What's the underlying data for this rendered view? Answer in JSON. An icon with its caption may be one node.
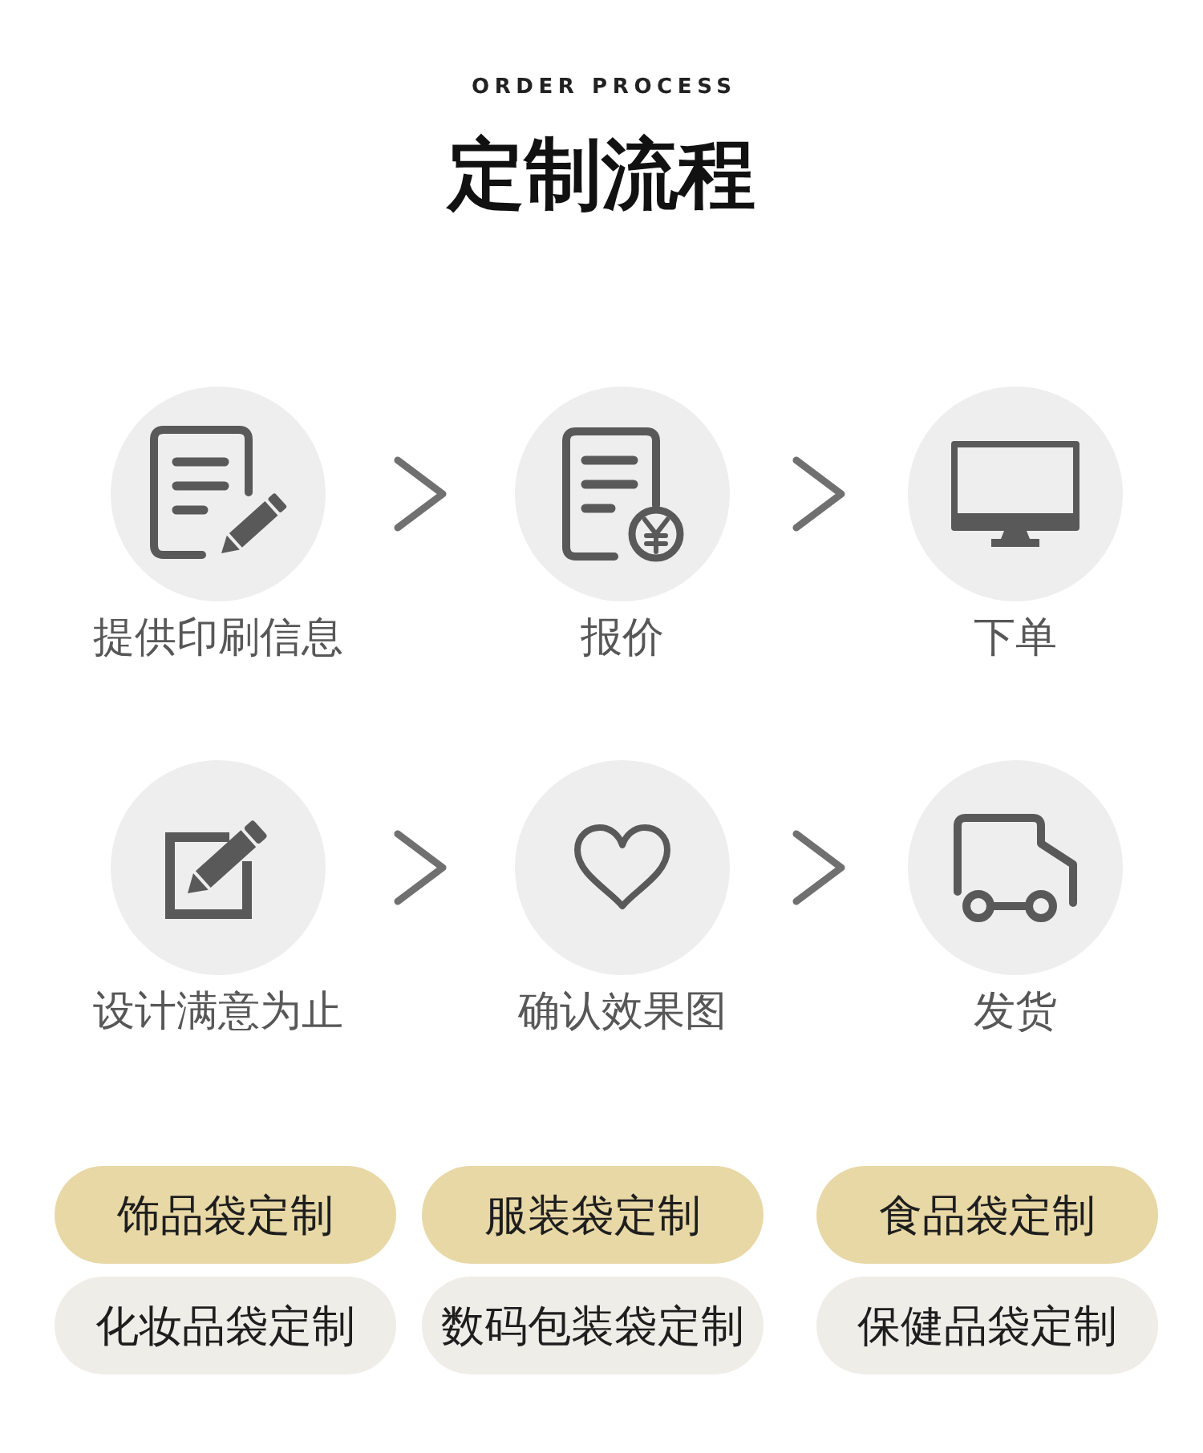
{
  "diagram": {
    "title": "定制流程",
    "nodes": [
      {
        "text": [
          "提供印刷信息"
        ]
      },
      {
        "text": [
          "报价"
        ]
      },
      {
        "text": [
          "下单"
        ]
      },
      {
        "text": [
          "设计满意为止"
        ]
      },
      {
        "text": [
          "确认效果图"
        ]
      },
      {
        "text": [
          "发货"
        ]
      },
      {
        "text": [
          "饰品袋定制"
        ]
      },
      {
        "text": [
          "服装袋定制"
        ]
      },
      {
        "text": [
          "食品袋定制"
        ]
      },
      {
        "text": [
          "化妆品袋定制"
        ]
      },
      {
        "text": [
          "数码包装袋定制"
        ]
      },
      {
        "text": [
          "保健品袋定制"
        ]
      }
    ],
    "edges": [
      {
        "from": 0,
        "to": 1,
        "arrow": "to"
      },
      {
        "from": 1,
        "to": 2,
        "arrow": "to"
      },
      {
        "from": 3,
        "to": 4,
        "arrow": "to"
      },
      {
        "from": 4,
        "to": 5,
        "arrow": "to"
      }
    ],
    "labels": [
      "ORDER PROCESS"
    ]
  }
}
